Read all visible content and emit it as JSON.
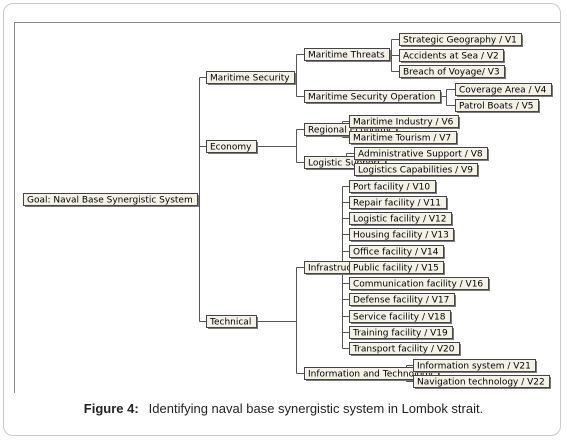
{
  "figure": {
    "label": "Figure 4:",
    "caption": "Identifying naval base synergistic system in Lombok strait."
  },
  "tree": {
    "root": "Goal: Naval Base Synergistic System",
    "branches": [
      {
        "label": "Maritime Security",
        "children": [
          {
            "label": "Maritime Threats",
            "children": [
              "Strategic Geography / V1",
              "Accidents at Sea / V2",
              "Breach of Voyage/ V3"
            ]
          },
          {
            "label": "Maritime Security Operation",
            "children": [
              "Coverage Area / V4",
              "Patrol Boats / V5"
            ]
          }
        ]
      },
      {
        "label": "Economy",
        "children": [
          {
            "label": "Regional Economy",
            "children": [
              "Maritime Industry / V6",
              "Maritime Tourism / V7"
            ]
          },
          {
            "label": "Logistic Support",
            "children": [
              "Administrative Support / V8",
              "Logistics Capabilities / V9"
            ]
          }
        ]
      },
      {
        "label": "Technical",
        "children": [
          {
            "label": "Infrastructure",
            "children": [
              "Port facility / V10",
              "Repair facility / V11",
              "Logistic facility / V12",
              "Housing facility / V13",
              "Office facility / V14",
              "Public facility / V15",
              "Communication facility / V16",
              "Defense facility / V17",
              "Service facility / V18",
              "Training facility / V19",
              "Transport facility / V20"
            ]
          },
          {
            "label": "Information and Technology",
            "children": [
              "Information system / V21",
              "Navigation technology / V22"
            ]
          }
        ]
      }
    ]
  }
}
